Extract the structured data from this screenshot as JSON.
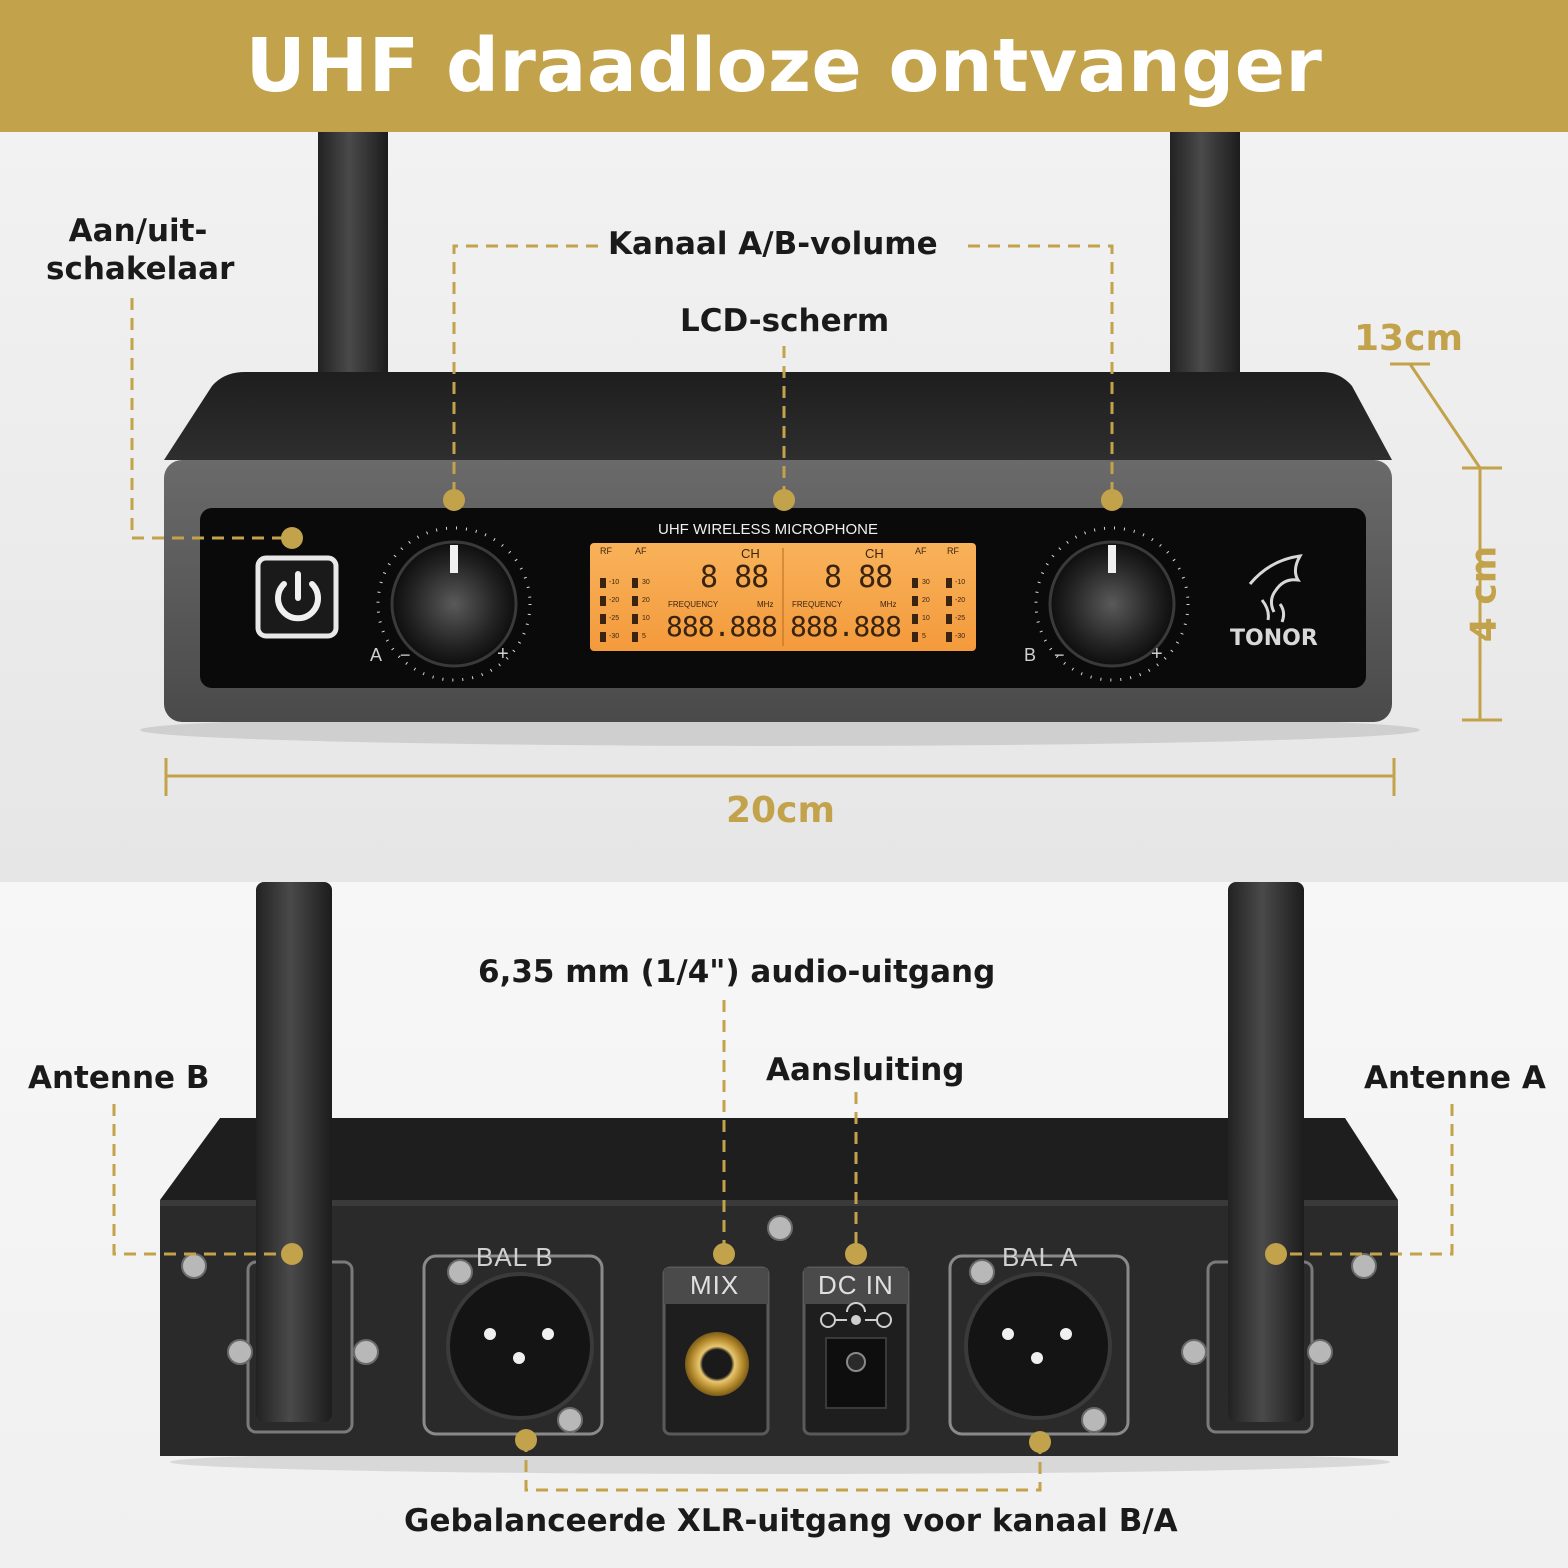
{
  "title": "UHF draadloze ontvanger",
  "front_labels": {
    "power": [
      "Aan/uit-",
      "schakelaar"
    ],
    "volume": "Kanaal A/B-volume",
    "lcd": "LCD-scherm"
  },
  "dimensions": {
    "width": "20cm",
    "depth": "13cm",
    "height": "4 cm"
  },
  "device_front": {
    "lcd_header": "UHF WIRELESS MICROPHONE",
    "knob_a": {
      "letter": "A",
      "minus": "−",
      "plus": "+"
    },
    "knob_b": {
      "letter": "B",
      "minus": "−",
      "plus": "+"
    },
    "brand": "TONOR",
    "lcd": {
      "rf": "RF",
      "af": "AF",
      "ch": "CH",
      "frequency": "FREQUENCY",
      "mhz": "MHz",
      "ch_digits": "8 88",
      "freq_digits": "888.888",
      "rf_scale": [
        "-10",
        "-20",
        "-25",
        "-30"
      ],
      "af_scale": [
        "30",
        "20",
        "10",
        "5"
      ]
    }
  },
  "rear_labels": {
    "audio_out": "6,35 mm (1/4\") audio-uitgang",
    "connection": "Aansluiting",
    "antenna_b": "Antenne B",
    "antenna_a": "Antenne A",
    "xlr": "Gebalanceerde XLR-uitgang voor kanaal B/A"
  },
  "device_rear": {
    "bal_b": "BAL B",
    "mix": "MIX",
    "dc_in": "DC IN",
    "bal_a": "BAL A"
  },
  "colors": {
    "accent": "#c2a24a",
    "lcd": "#f7a54a",
    "body": "#2a2a2a"
  }
}
